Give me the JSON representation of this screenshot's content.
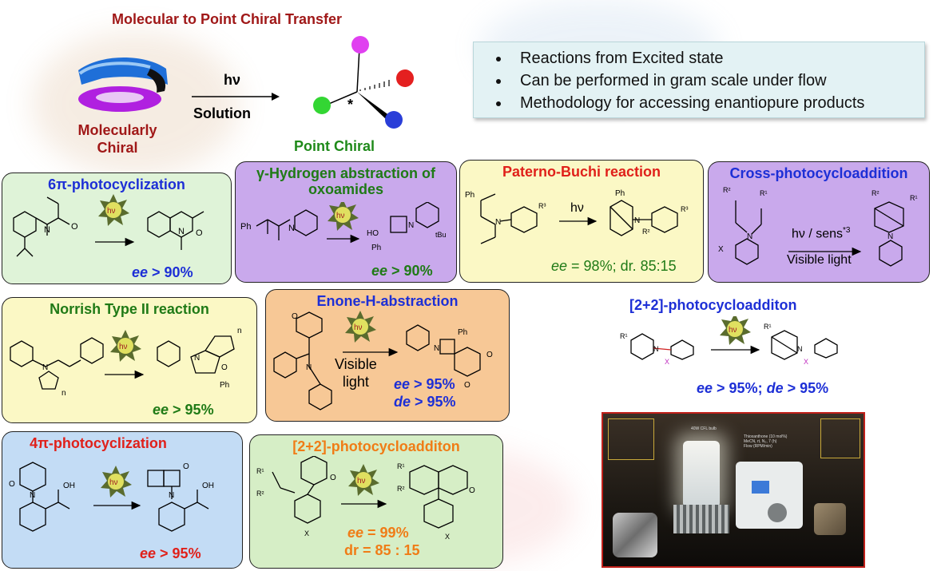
{
  "header": {
    "title": "Molecular to Point Chiral Transfer",
    "left_label_line1": "Molecularly",
    "left_label_line2": "Chiral",
    "hv": "hν",
    "solution": "Solution",
    "right_label": "Point Chiral",
    "star": "*"
  },
  "bullets": [
    "Reactions from Excited state",
    "Can be performed in gram scale under flow",
    "Methodology for accessing enantiopure products"
  ],
  "panels": {
    "p6pi": {
      "title": "6π-photocyclization",
      "ee_label": "ee",
      "ee_rest": " > 90%",
      "color": "#1d2fd6",
      "bg": "#dff3d8"
    },
    "gamma": {
      "title_line1": "γ-Hydrogen abstraction of",
      "title_line2": "oxoamides",
      "ee_label": "ee",
      "ee_rest": " > 90%",
      "color": "#1f7a16",
      "bg": "#c9a9ec"
    },
    "paterno": {
      "title": "Paterno-Buchi reaction",
      "hv": "hν",
      "ee_label": "ee",
      "ee_rest": " = 98%; dr. 85:15",
      "color": "#e0201a",
      "bg": "#fbf8c5"
    },
    "cross": {
      "title": "Cross-photocycloaddition",
      "conditions": "hν / sens",
      "conditions_sup": "*3",
      "visible": "Visible light",
      "color": "#1d2fd6",
      "bg": "#c9a9ec"
    },
    "norrish": {
      "title": "Norrish Type II reaction",
      "ee_label": "ee",
      "ee_rest": " > 95%",
      "color": "#1f7a16",
      "bg": "#fbf8c5"
    },
    "enone": {
      "title": "Enone-H-abstraction",
      "visible1": "Visible",
      "visible2": "light",
      "ee_label": "ee",
      "ee_rest": " > 95%",
      "de_label": "de",
      "de_rest": " > 95%",
      "color": "#1d2fd6",
      "bg": "#f7c896"
    },
    "p22a": {
      "title": "[2+2]-photocycloadditon",
      "ee_line": "ee > 95%; de > 95%",
      "ee_label": "ee",
      "ee_mid": " > 95%; ",
      "de_label": "de",
      "de_rest": " > 95%",
      "color": "#1d2fd6"
    },
    "p4pi": {
      "title": "4π-photocyclization",
      "ee_label": "ee",
      "ee_rest": " > 95%",
      "color": "#e0201a",
      "bg": "#c3dcf5"
    },
    "p22b": {
      "title": "[2+2]-photocycloadditon",
      "ee_label": "ee",
      "ee_rest": " = 99%",
      "dr": "dr = 85 : 15",
      "color": "#f07c16",
      "bg": "#d6eec6"
    }
  },
  "hv_badge": "hν",
  "photo": {
    "lamp_label": "40W CFL bulb",
    "pump_label_1": "Thioxanthone (10 mol%)",
    "pump_label_2": "MeCN, rt, N₂, 7 (h)",
    "pump_label_3": "Flow (RPM/min)"
  }
}
